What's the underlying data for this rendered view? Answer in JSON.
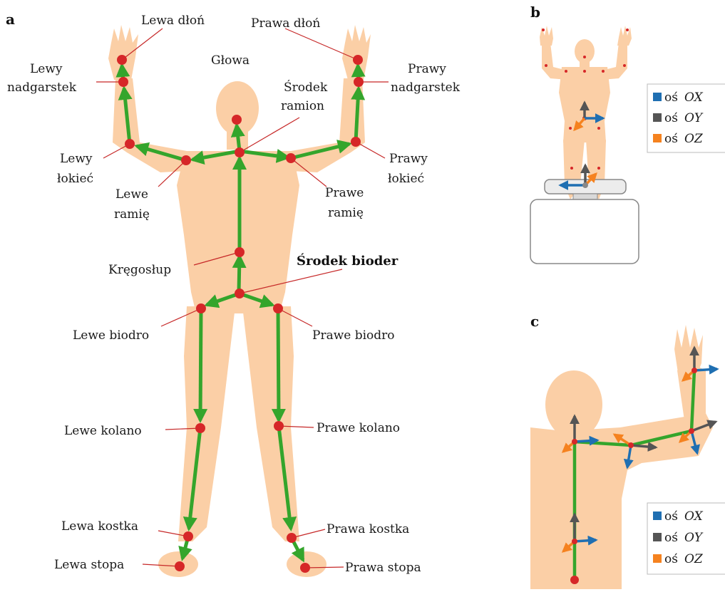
{
  "panels": {
    "a": "a",
    "b": "b",
    "c": "c"
  },
  "joints": {
    "lewa_dlon": "Lewa dłoń",
    "prawa_dlon": "Prawa dłoń",
    "glowa": "Głowa",
    "lewy_nadgarstek_1": "Lewy",
    "lewy_nadgarstek_2": "nadgarstek",
    "prawy_nadgarstek_1": "Prawy",
    "prawy_nadgarstek_2": "nadgarstek",
    "srodek_ramion_1": "Środek",
    "srodek_ramion_2": "ramion",
    "lewy_lokiec_1": "Lewy",
    "lewy_lokiec_2": "łokieć",
    "prawy_lokiec_1": "Prawy",
    "prawy_lokiec_2": "łokieć",
    "lewe_ramie_1": "Lewe",
    "lewe_ramie_2": "ramię",
    "prawe_ramie_1": "Prawe",
    "prawe_ramie_2": "ramię",
    "kregoslup": "Kręgosłup",
    "srodek_bioder": "Środek bioder",
    "lewe_biodro": "Lewe biodro",
    "prawe_biodro": "Prawe biodro",
    "lewe_kolano": "Lewe kolano",
    "prawe_kolano": "Prawe kolano",
    "lewa_kostka": "Lewa kostka",
    "prawa_kostka": "Prawa kostka",
    "lewa_stopa": "Lewa stopa",
    "prawa_stopa": "Prawa stopa"
  },
  "legend": {
    "prefix": "oś",
    "ox": "OX",
    "oy": "OY",
    "oz": "OZ"
  },
  "colors": {
    "body": "#fbcfa6",
    "bone": "#34a52c",
    "joint": "#d62728",
    "axis_x": "#1f6fb2",
    "axis_y": "#555555",
    "axis_z": "#f5821f"
  }
}
